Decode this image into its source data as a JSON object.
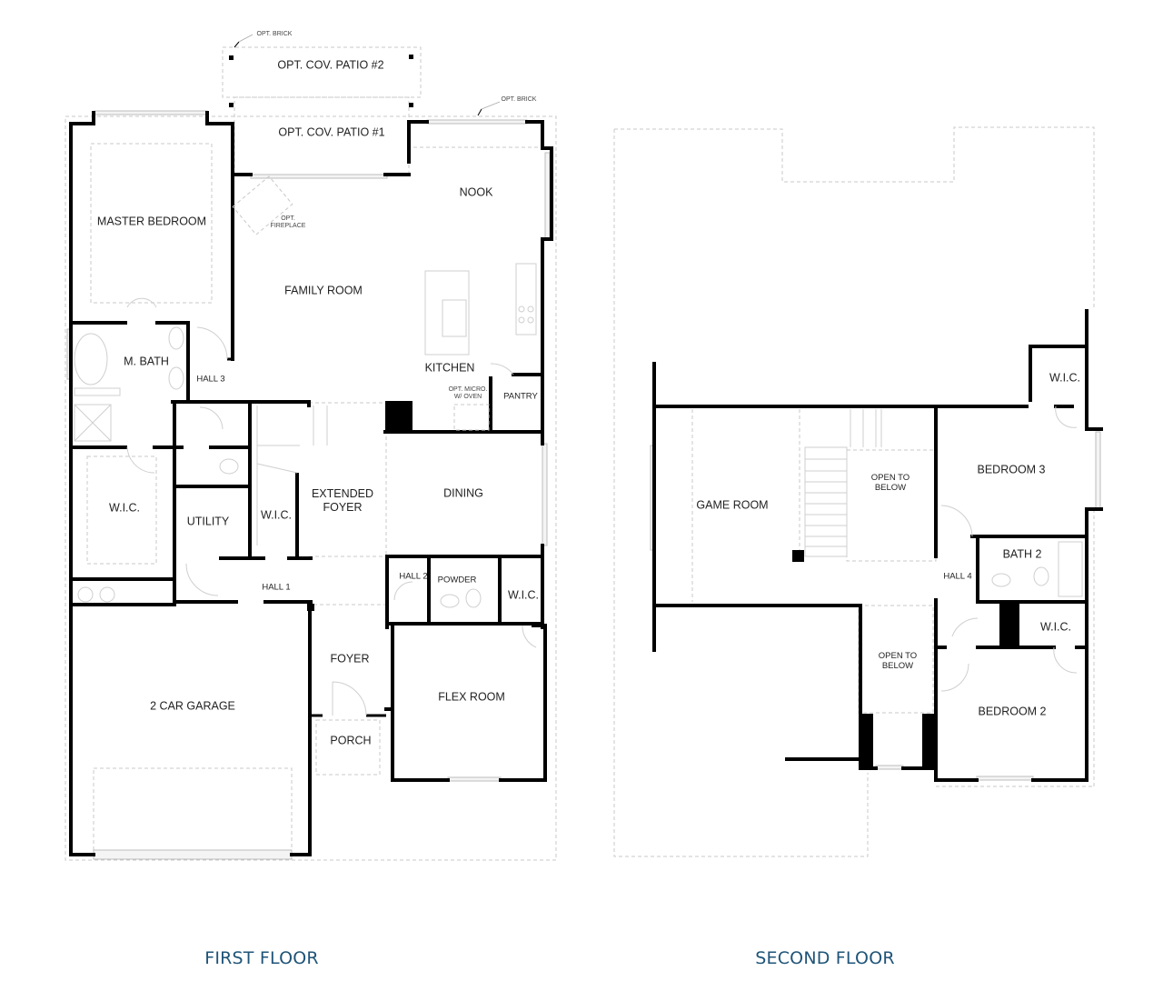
{
  "first_floor": {
    "title": "FIRST FLOOR",
    "rooms": {
      "patio2": "OPT. COV. PATIO #2",
      "patio1": "OPT. COV. PATIO #1",
      "opt_brick_1": "OPT. BRICK",
      "opt_brick_2": "OPT. BRICK",
      "master_bedroom": "MASTER BEDROOM",
      "opt_fireplace": "OPT.\nFIREPLACE",
      "family_room": "FAMILY ROOM",
      "nook": "NOOK",
      "kitchen": "KITCHEN",
      "opt_micro": "OPT. MICRO.\nW/ OVEN",
      "pantry": "PANTRY",
      "m_bath": "M. BATH",
      "hall3": "HALL 3",
      "wic_master": "W.I.C.",
      "utility": "UTILITY",
      "wic_foyer": "W.I.C.",
      "extended_foyer": "EXTENDED\nFOYER",
      "dining": "DINING",
      "hall1": "HALL 1",
      "hall2": "HALL 2",
      "powder": "POWDER",
      "wic_flex": "W.I.C.",
      "foyer": "FOYER",
      "flex_room": "FLEX ROOM",
      "garage": "2 CAR GARAGE",
      "porch": "PORCH"
    }
  },
  "second_floor": {
    "title": "SECOND FLOOR",
    "rooms": {
      "wic_top": "W.I.C.",
      "game_room": "GAME ROOM",
      "open_to_below_1": "OPEN TO\nBELOW",
      "bedroom3": "BEDROOM 3",
      "bath2": "BATH 2",
      "hall4": "HALL 4",
      "wic_bed2": "W.I.C.",
      "open_to_below_2": "OPEN TO\nBELOW",
      "bedroom2": "BEDROOM 2"
    }
  },
  "colors": {
    "title": "#1f5478",
    "wall": "#000000",
    "dashed": "#c8c8c8"
  }
}
